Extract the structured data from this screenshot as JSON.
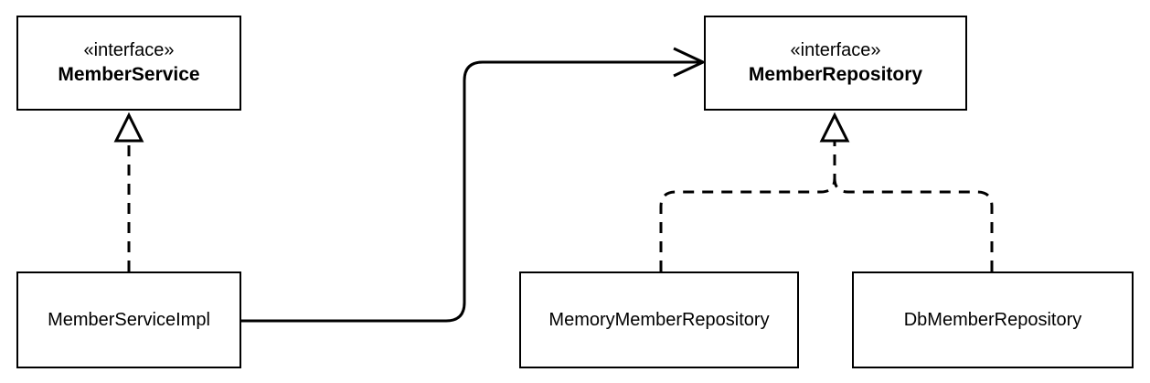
{
  "diagram": {
    "member_service": {
      "stereotype": "«interface»",
      "name": "MemberService"
    },
    "member_repository": {
      "stereotype": "«interface»",
      "name": "MemberRepository"
    },
    "member_service_impl": {
      "name": "MemberServiceImpl"
    },
    "memory_member_repository": {
      "name": "MemoryMemberRepository"
    },
    "db_member_repository": {
      "name": "DbMemberRepository"
    }
  }
}
